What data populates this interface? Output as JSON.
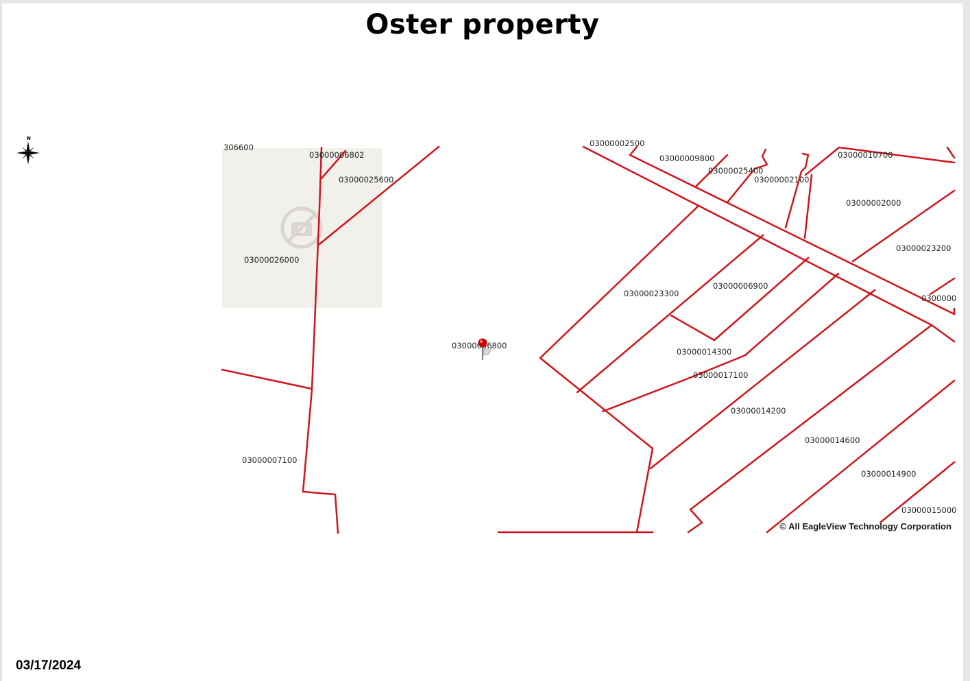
{
  "title": "Oster property",
  "date": "03/17/2024",
  "compass_label": "N",
  "map": {
    "copyright": "© All EagleView Technology Corporation",
    "line_color": "#d0151c",
    "marker_color": "#cc0000",
    "icons": [
      "compass-rose-icon",
      "no-image-icon",
      "location-pin-icon"
    ],
    "parcel_labels": {
      "p_06600": "306600",
      "p_06802": "03000006802",
      "p_25600": "03000025600",
      "p_26000": "03000026000",
      "p_07100": "03000007100",
      "p_06800": "03000006800",
      "p_top_cut": "03000002500",
      "p_09800": "03000009800",
      "p_25400": "03000025400",
      "p_02100": "03000002100",
      "p_10700": "03000010700",
      "p_02000": "03000002000",
      "p_23200": "03000023200",
      "p_right_cut": "0300000",
      "p_23300": "03000023300",
      "p_06900": "03000006900",
      "p_14300": "03000014300",
      "p_17100": "03000017100",
      "p_14200": "03000014200",
      "p_14600": "03000014600",
      "p_14900": "03000014900",
      "p_15000": "03000015000"
    }
  }
}
